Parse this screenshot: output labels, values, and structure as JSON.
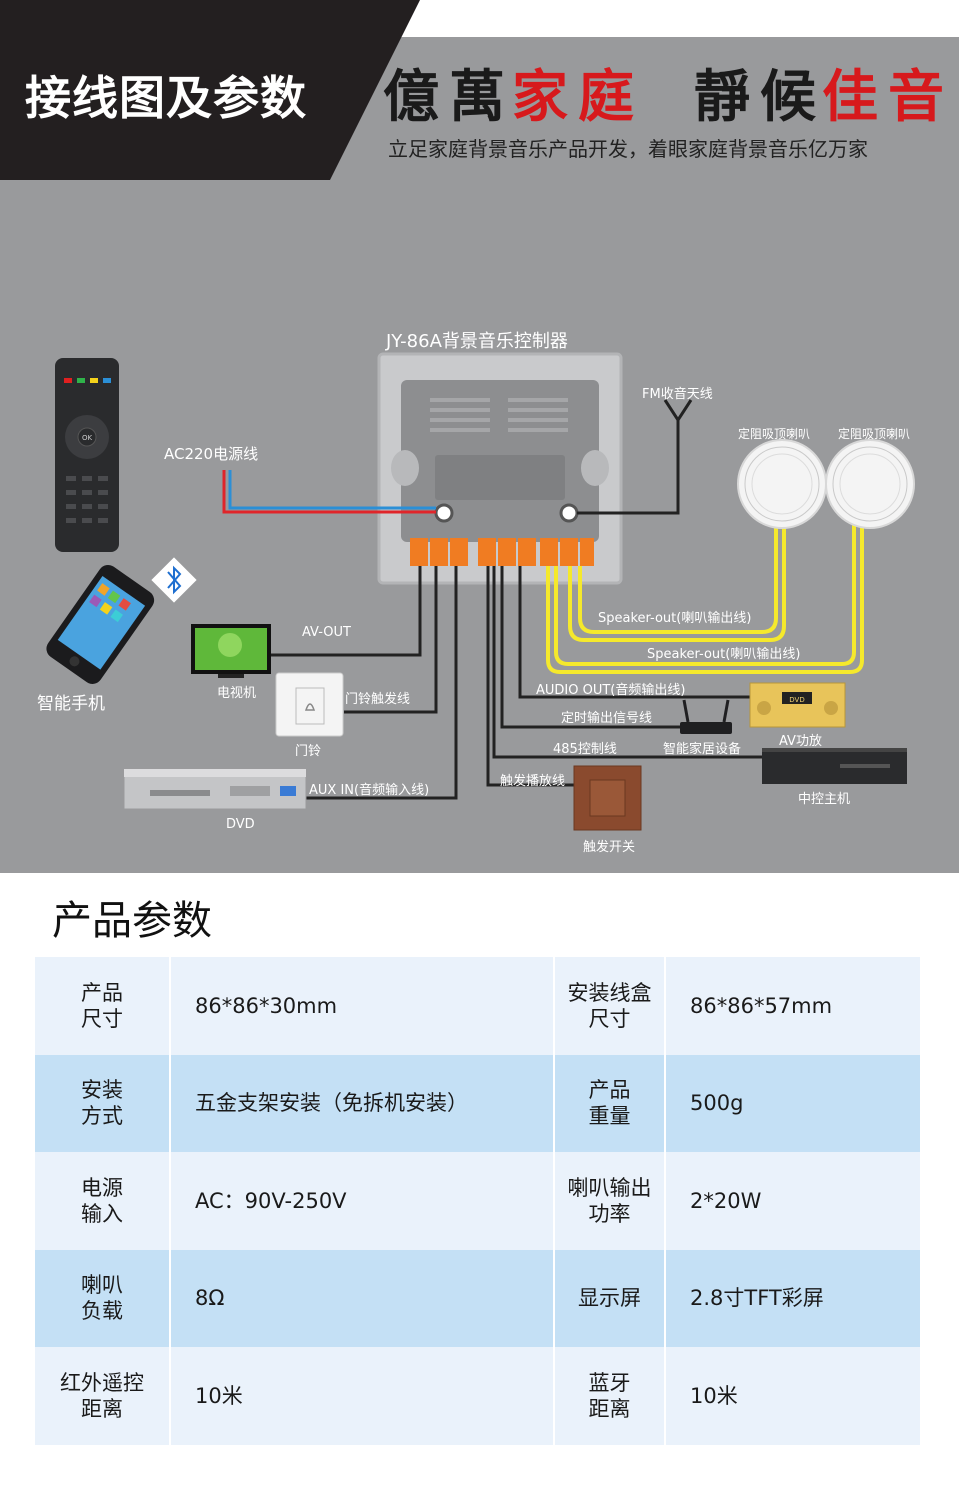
{
  "header": {
    "banner_title": "接线图及参数",
    "slogan_part1": "億萬",
    "slogan_part2": "家庭",
    "slogan_part3": "靜候",
    "slogan_part4": "佳音",
    "subtitle": "立足家庭背景音乐产品开发，着眼家庭背景音乐亿万家"
  },
  "diagram": {
    "controller_title": "JY-86A背景音乐控制器",
    "fm_antenna": "FM收音天线",
    "ac_power": "AC220电源线",
    "speaker_left": "定阻吸顶喇叭",
    "speaker_right": "定阻吸顶喇叭",
    "speaker_out_1": "Speaker-out(喇叭输出线)",
    "speaker_out_2": "Speaker-out(喇叭输出线)",
    "audio_out": "AUDIO OUT(音频输出线)",
    "timer_signal": "定时输出信号线",
    "rs485": "485控制线",
    "smart_home": "智能家居设备",
    "av_amp": "AV功放",
    "central_host": "中控主机",
    "trigger_wire": "触发播放线",
    "trigger_switch": "触发开关",
    "av_out": "AV-OUT",
    "tv": "电视机",
    "doorbell_wire": "门铃触发线",
    "doorbell": "门铃",
    "aux_in": "AUX IN(音频输入线)",
    "dvd": "DVD",
    "smartphone": "智能手机",
    "remote_ok": "OK",
    "amp_display": "DVD"
  },
  "params": {
    "title": "产品参数",
    "rows": [
      {
        "k1": "产品\n尺寸",
        "v1": "86*86*30mm",
        "k2": "安装线盒\n尺寸",
        "v2": "86*86*57mm"
      },
      {
        "k1": "安装\n方式",
        "v1": "五金支架安装（免拆机安装）",
        "k2": "产品\n重量",
        "v2": "500g"
      },
      {
        "k1": "电源\n输入",
        "v1": "AC：90V-250V",
        "k2": "喇叭输出\n功率",
        "v2": "2*20W"
      },
      {
        "k1": "喇叭\n负载",
        "v1": "8Ω",
        "k2": "显示屏",
        "v2": "2.8寸TFT彩屏"
      },
      {
        "k1": "红外遥控\n距离",
        "v1": "10米",
        "k2": "蓝牙\n距离",
        "v2": "10米"
      }
    ]
  },
  "colors": {
    "banner_bg": "#231f20",
    "diagram_bg": "#999a9c",
    "slogan_red": "#d7191c",
    "row_light": "#eaf2fb",
    "row_blue": "#c4e0f5",
    "speaker_wire": "#f5e92c",
    "power_red": "#e0252a",
    "power_blue": "#2b8fd6",
    "terminal_orange": "#f07c22"
  }
}
